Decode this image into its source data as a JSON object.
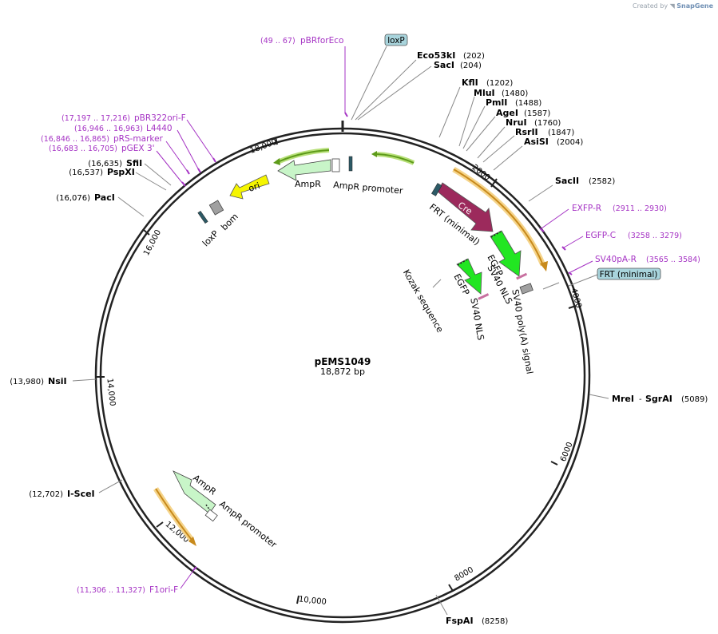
{
  "branding": {
    "created_by": "Created by",
    "product": "SnapGene"
  },
  "plasmid": {
    "name": "pEMS1049",
    "size_label": "18,872 bp"
  },
  "ticks": [
    {
      "label": "2000"
    },
    {
      "label": "4000"
    },
    {
      "label": "6000"
    },
    {
      "label": "8000"
    },
    {
      "label": "10,000"
    },
    {
      "label": "12,000"
    },
    {
      "label": "14,000"
    },
    {
      "label": "16,000"
    },
    {
      "label": "18,000"
    }
  ],
  "sites": [
    {
      "name": "Eco53kI",
      "pos": "(202)"
    },
    {
      "name": "SacI",
      "pos": "(204)"
    },
    {
      "name": "KflI",
      "pos": "(1202)"
    },
    {
      "name": "MluI",
      "pos": "(1480)"
    },
    {
      "name": "PmlI",
      "pos": "(1488)"
    },
    {
      "name": "AgeI",
      "pos": "(1587)"
    },
    {
      "name": "NruI",
      "pos": "(1760)"
    },
    {
      "name": "RsrII",
      "pos": "(1847)"
    },
    {
      "name": "AsiSI",
      "pos": "(2004)"
    },
    {
      "name": "SacII",
      "pos": "(2582)"
    },
    {
      "name": "MreI",
      "name2": "SgrAI",
      "pos": "(5089)"
    },
    {
      "name": "FspAI",
      "pos": "(8258)"
    },
    {
      "name": "I-SceI",
      "pos": "(12,702)"
    },
    {
      "name": "NsiI",
      "pos": "(13,980)"
    },
    {
      "name": "PacI",
      "pos": "(16,076)"
    },
    {
      "name": "PspXI",
      "pos": "(16,537)"
    },
    {
      "name": "SfiI",
      "pos": "(16,635)"
    }
  ],
  "primers": [
    {
      "name": "pBRforEco",
      "pos": "(49 .. 67)"
    },
    {
      "name": "EXFP-R",
      "pos": "(2911 .. 2930)"
    },
    {
      "name": "EGFP-C",
      "pos": "(3258 .. 3279)"
    },
    {
      "name": "SV40pA-R",
      "pos": "(3565 .. 3584)"
    },
    {
      "name": "F1ori-F",
      "pos": "(11,306 .. 11,327)"
    },
    {
      "name": "pBR322ori-F",
      "pos": "(17,197 .. 17,216)"
    },
    {
      "name": "L4440",
      "pos": "(16,946 .. 16,963)"
    },
    {
      "name": "pRS-marker",
      "pos": "(16,846 .. 16,865)"
    },
    {
      "name": "pGEX 3'",
      "pos": "(16,683 .. 16,705)"
    }
  ],
  "boxed_labels": {
    "loxp": "loxP",
    "frt": "FRT (minimal)"
  },
  "features": {
    "ampr_top": "AmpR",
    "ampr_promoter_top": "AmpR promoter",
    "ori": "ori",
    "loxp": "loxP",
    "bom": "bom",
    "cre": "Cre",
    "frt_minimal": "FRT (minimal)",
    "egfp_1": "EGFP",
    "sv40nls_1": "SV40 NLS",
    "sv40polya": "SV40 poly(A) signal",
    "egfp_2": "EGFP",
    "sv40nls_2": "SV40 NLS",
    "kozak": "Kozak sequence",
    "ampr_bottom": "AmpR",
    "ampr_promoter_bottom": "AmpR promoter"
  },
  "colors": {
    "backbone": "#222222",
    "primer": "#a533c4",
    "ampr": "#c8f5c8",
    "egfp": "#22e622",
    "cre": "#9c2a5c",
    "ori": "#f5f500",
    "orange_arc": "#e0a030",
    "green_arc": "#5e9b1a",
    "box": "#a8d4dc"
  }
}
